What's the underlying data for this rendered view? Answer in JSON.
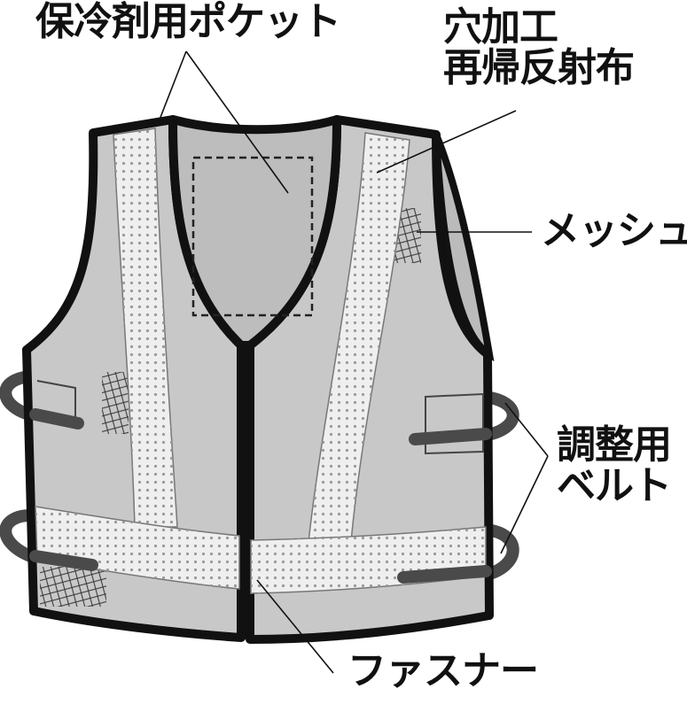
{
  "labels": {
    "pocket": "保冷剤用ポケット",
    "reflective_line1": "穴加工",
    "reflective_line2": "再帰反射布",
    "mesh": "メッシュ",
    "belt_line1": "調整用",
    "belt_line2": "ベルト",
    "fastener": "ファスナー"
  },
  "colors": {
    "vest_fill": "#c8c8c8",
    "outline": "#111111",
    "reflective_tape": "#efefef",
    "belt": "#4a4a4a",
    "dots": "#9a9a9a"
  }
}
